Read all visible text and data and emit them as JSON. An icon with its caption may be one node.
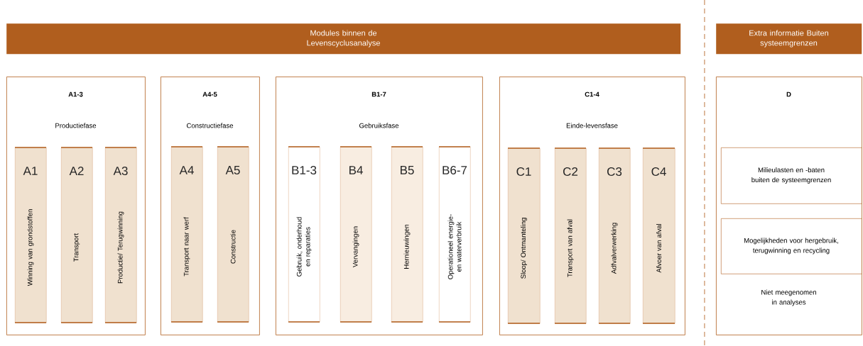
{
  "diagram": {
    "nodes": [
      {
        "text": [
          "Modules binnen de Levenscyclusanalyse"
        ]
      },
      {
        "text": [
          "Extra informatie Buiten systeemgrenzen"
        ]
      },
      {
        "text": [
          "A1-3",
          "Productiefase"
        ]
      },
      {
        "text": [
          "A1",
          "Winning van grondstoffen"
        ],
        "in": 2
      },
      {
        "text": [
          "A2",
          "Transport"
        ],
        "in": 2
      },
      {
        "text": [
          "A3",
          "Productie/ Terugwinning"
        ],
        "in": 2
      },
      {
        "text": [
          "A4-5",
          "Constructiefase"
        ]
      },
      {
        "text": [
          "A4",
          "Transport naar werf"
        ],
        "in": 6
      },
      {
        "text": [
          "A5",
          "Constructie"
        ],
        "in": 6
      },
      {
        "text": [
          "B1-7",
          "Gebruiksfase"
        ]
      },
      {
        "text": [
          "B1-3",
          "Gebruik, onderhoud en reparaties"
        ],
        "in": 9
      },
      {
        "text": [
          "B4",
          "Vervangingen"
        ],
        "in": 9
      },
      {
        "text": [
          "B5",
          "Hernieuwingen"
        ],
        "in": 9
      },
      {
        "text": [
          "B6-7",
          "Operationeel energie- en waterverbruik"
        ],
        "in": 9
      },
      {
        "text": [
          "C1-4",
          "Einde-levensfase"
        ]
      },
      {
        "text": [
          "C1",
          "Sloop/ Ontmanteling"
        ],
        "in": 14
      },
      {
        "text": [
          "C2",
          "Transport van afval"
        ],
        "in": 14
      },
      {
        "text": [
          "C3",
          "Adfvalverwerking"
        ],
        "in": 14
      },
      {
        "text": [
          "C4",
          "Afvoer van afval"
        ],
        "in": 14
      },
      {
        "text": [
          "D",
          "Niet meegenomen in analyses"
        ]
      },
      {
        "text": [
          "Milieulasten en -baten buiten de systeemgrenzen"
        ],
        "in": 19
      },
      {
        "text": [
          "Mogelijkheden voor hergebruik, terugwinning en recycling"
        ],
        "in": 19
      }
    ],
    "edges": []
  }
}
